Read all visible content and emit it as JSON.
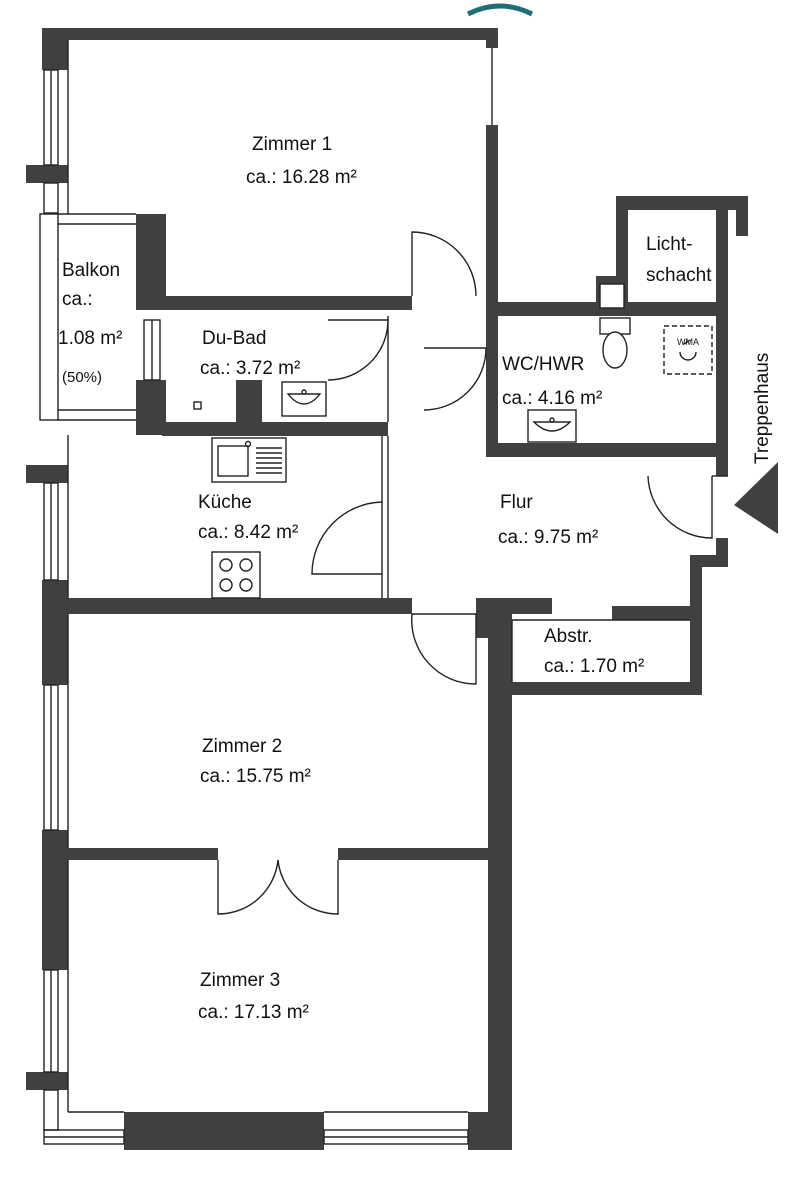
{
  "rooms": {
    "zimmer1": {
      "name": "Zimmer 1",
      "area": "ca.: 16.28 m²"
    },
    "balkon": {
      "name": "Balkon",
      "area_prefix": "ca.:",
      "area": "1.08 m²",
      "note": "(50%)"
    },
    "dubad": {
      "name": "Du-Bad",
      "area": "ca.: 3.72 m²"
    },
    "lichtschacht": {
      "line1": "Licht-",
      "line2": "schacht"
    },
    "wchwr": {
      "name": "WC/HWR",
      "area": "ca.: 4.16 m²"
    },
    "kueche": {
      "name": "Küche",
      "area": "ca.: 8.42 m²"
    },
    "flur": {
      "name": "Flur",
      "area": "ca.: 9.75 m²"
    },
    "abstr": {
      "name": "Abstr.",
      "area": "ca.: 1.70 m²"
    },
    "zimmer2": {
      "name": "Zimmer 2",
      "area": "ca.: 15.75 m²"
    },
    "zimmer3": {
      "name": "Zimmer 3",
      "area": "ca.: 17.13 m²"
    }
  },
  "fixtures": {
    "wma": "WMA"
  },
  "stairwell": {
    "label": "Treppenhaus"
  },
  "colors": {
    "wall": "#404040",
    "line": "#222222",
    "accent": "#1f6f78"
  }
}
